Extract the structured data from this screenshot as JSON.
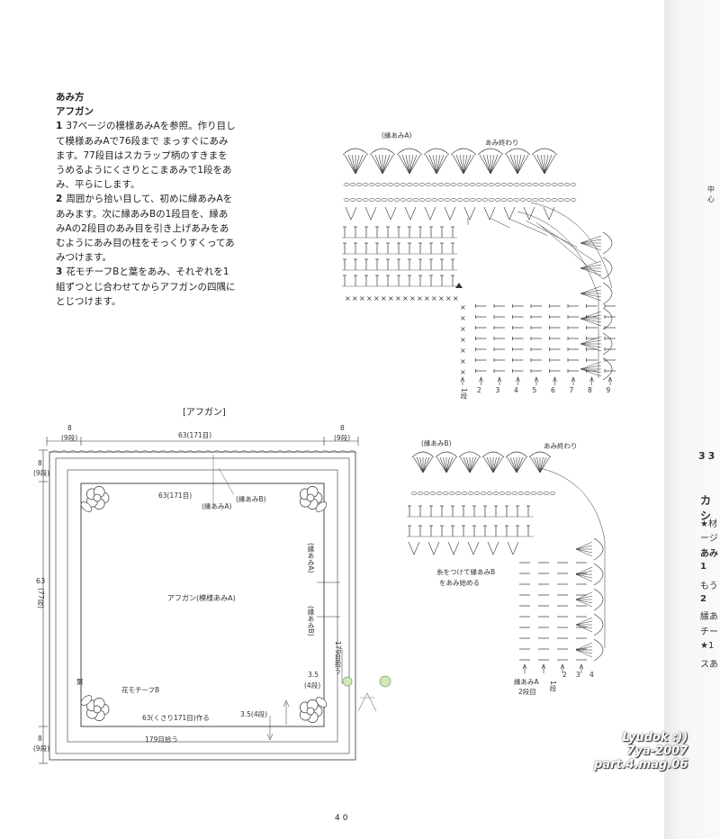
{
  "instructions": {
    "heading": "あみ方",
    "subheading": "アフガン",
    "steps": [
      {
        "num": "1",
        "text": "37ページの模様あみAを参照。作り目して模様あみAで76段まで まっすぐにあみます。77段目はスカラップ柄のすきまをうめるようにくさりとこまあみで1段をあみ、平らにします。"
      },
      {
        "num": "2",
        "text": "周囲から拾い目して、初めに縁あみAをあみます。次に縁あみBの1段目を、縁あみAの2段目のあみ目を引き上げあみをあむようにあみ目の柱をそっくりすくってあみつけます。"
      },
      {
        "num": "3",
        "text": "花モチーフBと葉をあみ、それぞれを1組ずつとじ合わせてからアフガンの四隅にとじつけます。"
      }
    ]
  },
  "chart_a": {
    "title": "(縁あみA)",
    "end_label": "あみ終わり",
    "row_label": "1段",
    "row_numbers": [
      "2",
      "3",
      "4",
      "5",
      "6",
      "7",
      "8",
      "9"
    ]
  },
  "chart_b": {
    "title": "(縁あみB)",
    "end_label": "あみ終わり",
    "start_label_1": "糸をつけて縁あみB",
    "start_label_2": "をあみ始める",
    "edge_label_1": "縁あみA",
    "edge_label_2": "2段目",
    "row_label": "1段",
    "row_numbers": [
      "2",
      "3",
      "4"
    ]
  },
  "afghan_diagram": {
    "title": "[アフガン]",
    "top_left": {
      "value": "8",
      "sub": "(9段)"
    },
    "top_mid": "63(171目)",
    "top_right": {
      "value": "8",
      "sub": "(9段)"
    },
    "left_top": {
      "value": "8",
      "sub": "(9段)"
    },
    "left_mid": {
      "value": "63",
      "sub": "(77段)"
    },
    "left_bottom": {
      "value": "8",
      "sub": "(9段)"
    },
    "inner_top": "63(171目)",
    "edge_a_top": "(縁あみA)",
    "edge_b_top": "(縁あみB)",
    "edge_a_right": "(縁あみA)",
    "edge_b_right": "(縁あみB)",
    "center": "アフガン(模様あみA)",
    "pickup_right": "179目拾う",
    "right_35": "3.5",
    "right_35_sub": "(4段)",
    "leaf": "葉",
    "flower": "花モチーフB",
    "bottom_foundation": "63(くさり171目)作る",
    "bottom_35": "3.5(4段)",
    "bottom_pickup": "179目拾う"
  },
  "page_number": "40",
  "right_page": {
    "top_fragment": "中心",
    "num": "33",
    "title_fragment": "カシ",
    "lines": [
      "★材",
      "ージ",
      "あみ",
      "1",
      "もう",
      "2",
      "縁あ",
      "チー",
      "★1",
      "スあ"
    ]
  },
  "watermark": [
    "Lyudok :))",
    "7ya-2007",
    "part.4.mag.06"
  ]
}
